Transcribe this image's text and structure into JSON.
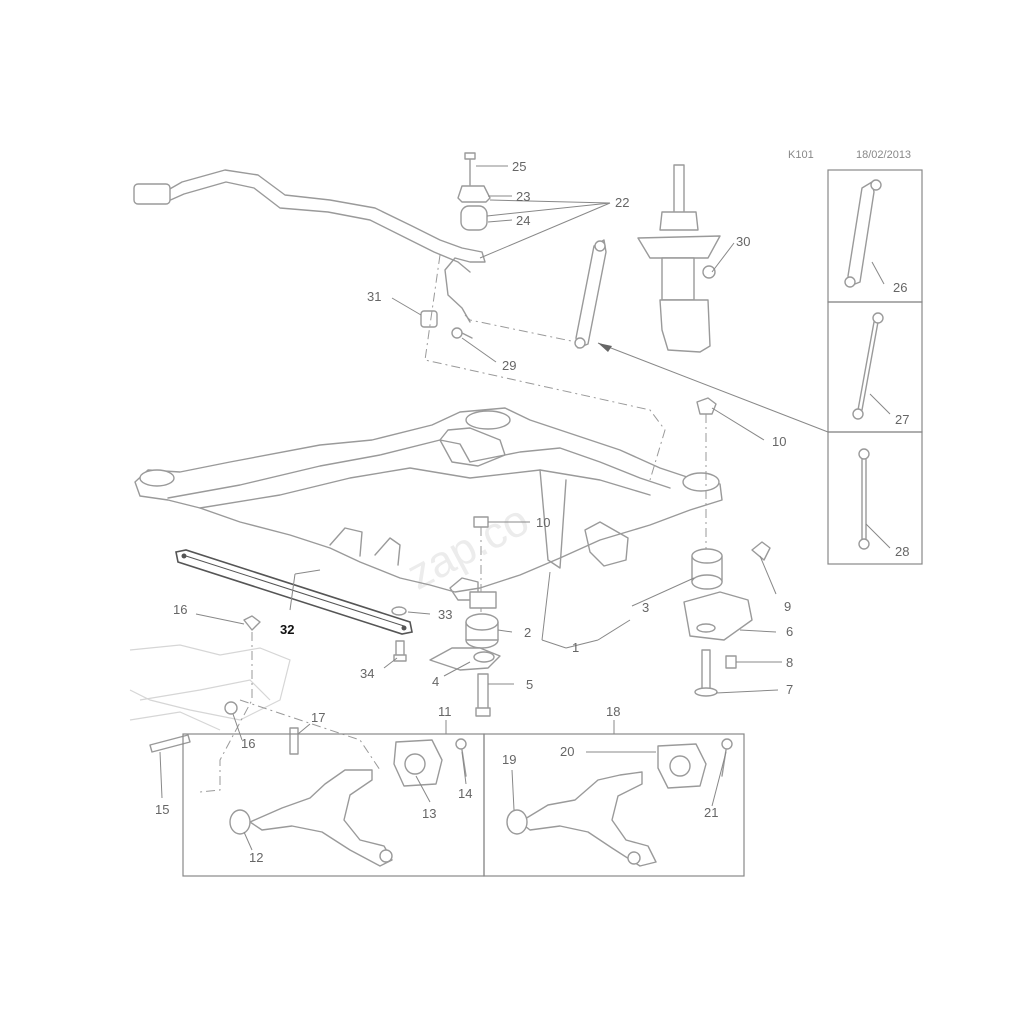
{
  "header": {
    "diagram_code": "K101",
    "date": "18/02/2013"
  },
  "watermark": "zap.co",
  "callouts": {
    "c1": "1",
    "c2": "2",
    "c3": "3",
    "c4": "4",
    "c5": "5",
    "c6": "6",
    "c7": "7",
    "c8": "8",
    "c9": "9",
    "c10a": "10",
    "c10b": "10",
    "c11": "11",
    "c12": "12",
    "c13": "13",
    "c14": "14",
    "c15": "15",
    "c16a": "16",
    "c16b": "16",
    "c17": "17",
    "c18": "18",
    "c19": "19",
    "c20": "20",
    "c21": "21",
    "c22": "22",
    "c23": "23",
    "c24": "24",
    "c25": "25",
    "c26": "26",
    "c27": "27",
    "c28": "28",
    "c29": "29",
    "c30": "30",
    "c31": "31",
    "c32": "32",
    "c33": "33",
    "c34": "34"
  },
  "highlighted_part": "32"
}
